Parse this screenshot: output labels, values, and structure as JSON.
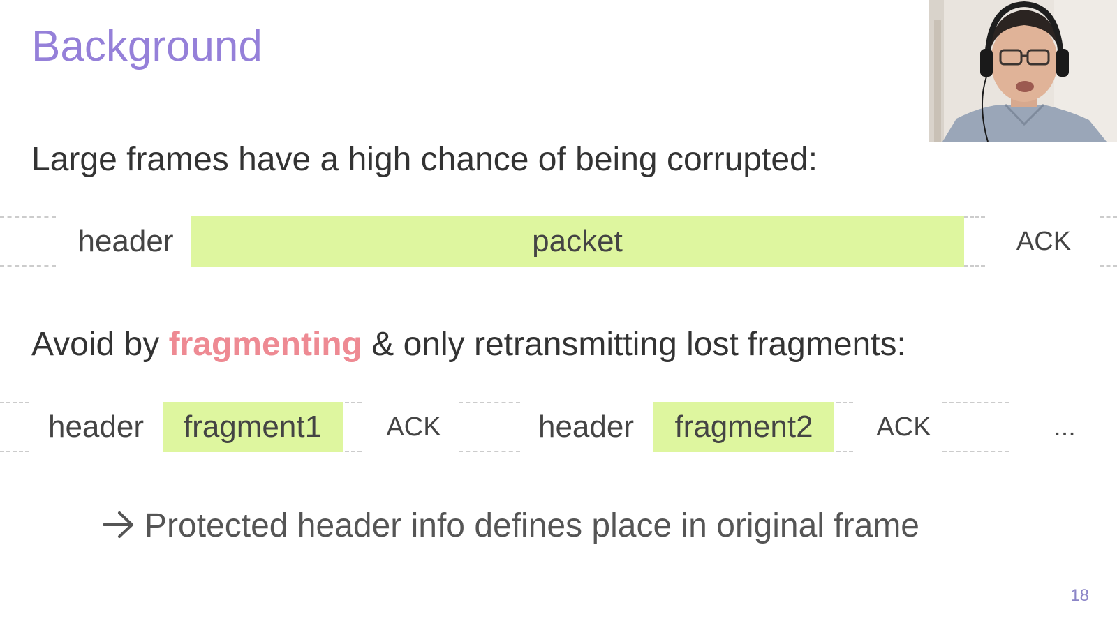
{
  "slide": {
    "title": "Background",
    "line1": "Large frames have a high chance of being corrupted:",
    "line2_pre": "Avoid by ",
    "line2_emph": "fragmenting",
    "line2_post": " & only retransmitting lost fragments:",
    "line3": "Protected header info defines place in original frame",
    "page_number": "18"
  },
  "diagram1": {
    "header": "header",
    "payload": "packet",
    "ack": "ACK"
  },
  "diagram2": {
    "header1": "header",
    "payload1": "fragment1",
    "ack1": "ACK",
    "header2": "header",
    "payload2": "fragment2",
    "ack2": "ACK",
    "ellipsis": "..."
  },
  "colors": {
    "title": "#9580d9",
    "emphasis": "#ee8a93",
    "payload_fill": "#def69f",
    "page_number": "#8b85c7"
  },
  "icons": {
    "arrow": "right-arrow-icon"
  }
}
